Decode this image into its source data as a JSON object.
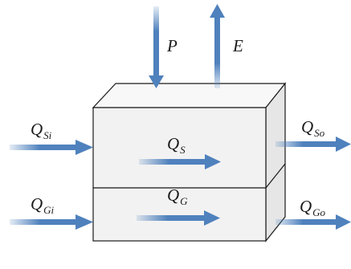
{
  "labels": {
    "precip": {
      "main": "P"
    },
    "evap": {
      "main": "E"
    },
    "surface_in": {
      "main": "Q",
      "sub": "Si"
    },
    "surface_out": {
      "main": "Q",
      "sub": "So"
    },
    "surface_store": {
      "main": "Q",
      "sub": "S"
    },
    "ground_in": {
      "main": "Q",
      "sub": "Gi"
    },
    "ground_out": {
      "main": "Q",
      "sub": "Go"
    },
    "ground_store": {
      "main": "Q",
      "sub": "G"
    }
  },
  "colors": {
    "arrow": "#4f81bd",
    "box_front": "#f2f2f2",
    "box_top": "#f8f8f8",
    "box_side": "#e6e6e6",
    "outline": "#1a1a1a"
  }
}
